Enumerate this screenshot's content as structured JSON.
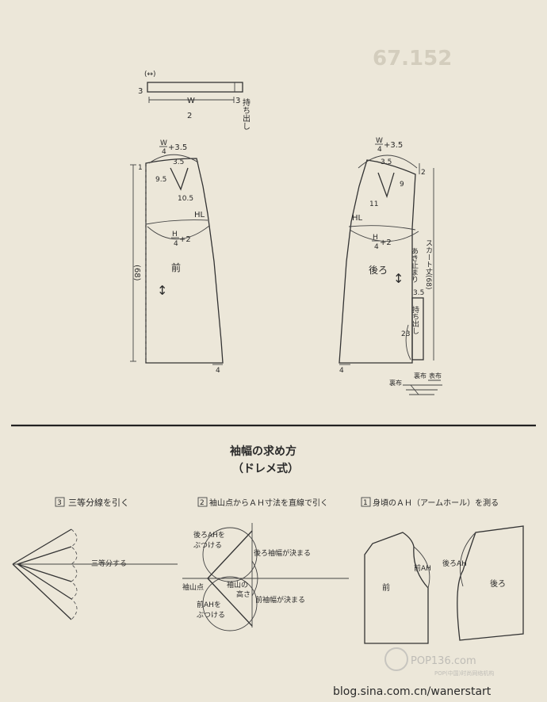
{
  "faint_mark": "67.152",
  "waistband": {
    "width_top": "(↔)",
    "left_3": "3",
    "right_3": "3",
    "w": "W",
    "two": "2",
    "mochidashi": "持ち出し"
  },
  "front": {
    "w4_numer": "W",
    "w4_denom": "4",
    "w4_add": "+3.5",
    "top_35": "3.5",
    "left_1": "1",
    "dart_95": "9.5",
    "dart_105": "10.5",
    "hl": "HL",
    "h4_numer": "H",
    "h4_denom": "4",
    "h4_add": "+2",
    "length_68": "(68)",
    "label": "前",
    "arrow": "↕",
    "hem_4": "4"
  },
  "back": {
    "w4_numer": "W",
    "w4_denom": "4",
    "w4_add": "+3.5",
    "top_35": "3.5",
    "right_2": "2",
    "dart_9": "9",
    "dart_11": "11",
    "hl": "HL",
    "h4_numer": "H",
    "h4_denom": "4",
    "h4_add": "+2",
    "label": "後ろ",
    "arrow": "↕",
    "akidomari": "あき止まり",
    "skirt_length": "スカート丈(68)",
    "ext_35": "3.5",
    "mochidashi": "持ち出し",
    "ext_23": "23",
    "hem_4": "4",
    "detail_omote": "表布",
    "detail_ura": "裏布",
    "detail_ura2": "裏布"
  },
  "section": {
    "title": "袖幅の求め方",
    "subtitle": "（ドレメ式）"
  },
  "step3": {
    "num": "3",
    "text": "三等分線を引く",
    "note": "三等分する"
  },
  "step2": {
    "num": "2",
    "text": "袖山点からＡＨ寸法を直線で引く",
    "back_ah": "後ろAHを",
    "butsukeru1": "ぶつける",
    "back_width": "後ろ袖幅が決まる",
    "sodeyama_takasa": "袖山の",
    "takasa": "高さ",
    "sodeyama_point": "袖山点",
    "front_ah": "前AHを",
    "butsukeru2": "ぶつける",
    "front_width": "前袖幅が決まる"
  },
  "step1": {
    "num": "1",
    "text": "身頃のＡＨ（アームホール）を測る",
    "front_ah": "前AH",
    "back_ah": "後ろAH",
    "front": "前",
    "back": "後ろ"
  },
  "watermark": {
    "logo": "POP136.com",
    "sub": "POP(中国)时尚网络机构",
    "blog": "blog.sina.com.cn/wanerstart"
  }
}
